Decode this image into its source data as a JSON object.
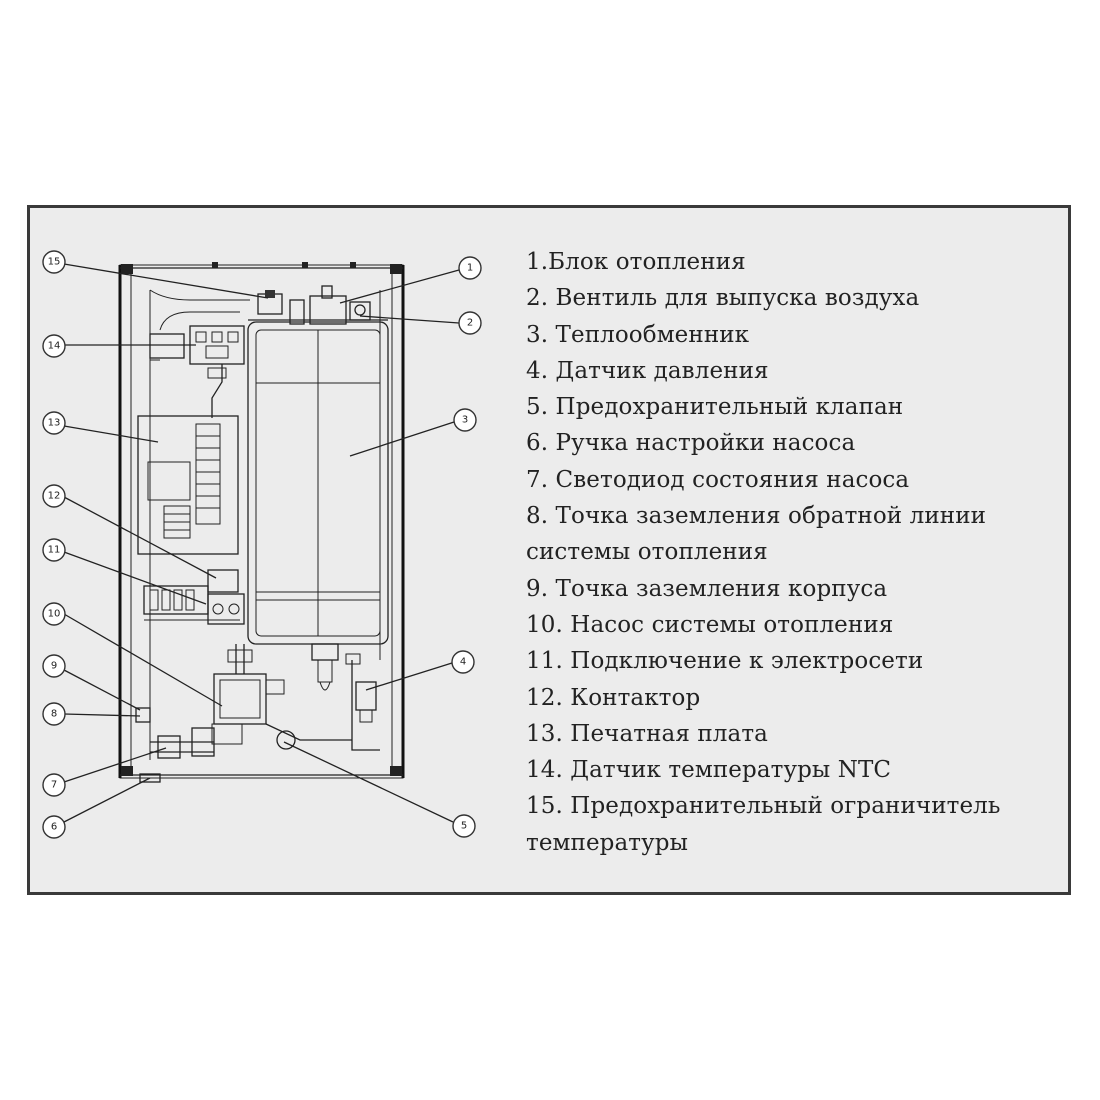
{
  "legend": [
    {
      "text": "1.Блок отопления"
    },
    {
      "text": "2. Вентиль для выпуска воздуха"
    },
    {
      "text": "3. Теплообменник"
    },
    {
      "text": "4. Датчик давления"
    },
    {
      "text": "5. Предохранительный клапан"
    },
    {
      "text": "6. Ручка настройки насоса"
    },
    {
      "text": "7. Светодиод состояния насоса"
    },
    {
      "text": "8. Точка заземления обратной линии"
    },
    {
      "text": "системы отопления"
    },
    {
      "text": "9. Точка заземления корпуса"
    },
    {
      "text": "10. Насос системы отопления"
    },
    {
      "text": "11. Подключение к электросети"
    },
    {
      "text": "12. Контактор"
    },
    {
      "text": "13. Печатная плата"
    },
    {
      "text": "14. Датчик температуры NTC"
    },
    {
      "text": "15. Предохранительный ограничитель"
    },
    {
      "text": "температуры"
    }
  ],
  "callouts": {
    "c1": "1",
    "c2": "2",
    "c3": "3",
    "c4": "4",
    "c5": "5",
    "c6": "6",
    "c7": "7",
    "c8": "8",
    "c9": "9",
    "c10": "10",
    "c11": "11",
    "c12": "12",
    "c13": "13",
    "c14": "14",
    "c15": "15"
  }
}
